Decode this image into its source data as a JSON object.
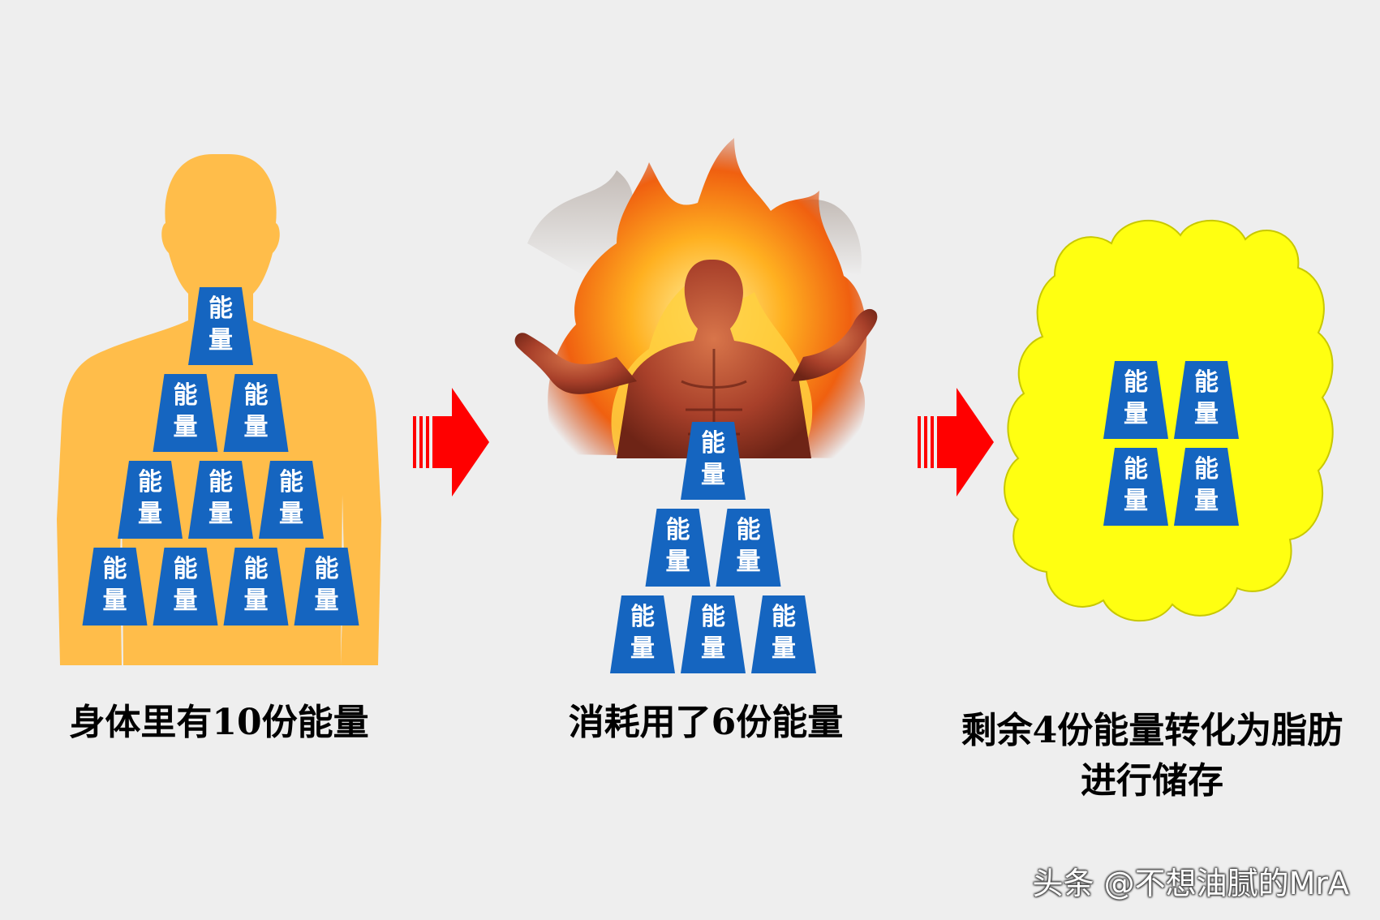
{
  "unit_label_line1": "能",
  "unit_label_line2": "量",
  "stages": [
    {
      "id": "body",
      "caption": "身体里有10份能量",
      "units": 10,
      "figure": "human-silhouette-icon",
      "figure_color": "#ffbd4a"
    },
    {
      "id": "burn",
      "caption": "消耗用了6份能量",
      "units": 6,
      "figure": "burning-muscle-man-icon",
      "figure_color": "#b5452a"
    },
    {
      "id": "fat",
      "caption": "剩余4份能量转化为脂肪进行储存",
      "units": 4,
      "figure": "fat-cloud-icon",
      "figure_color": "#ffff11"
    }
  ],
  "arrow_color": "#ff0000",
  "cup_color": "#1565c0",
  "watermark": "头条 @不想油腻的MrA"
}
